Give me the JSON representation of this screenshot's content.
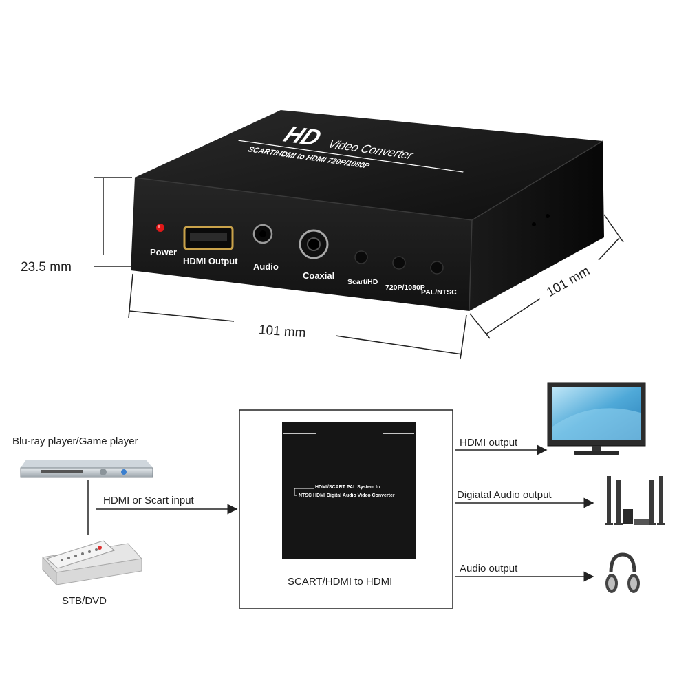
{
  "device": {
    "brand_hd": "HD",
    "brand_title": "Video Converter",
    "brand_subtitle": "SCART/HDMI to HDMI 720P/1080P",
    "ports": {
      "power": "Power",
      "hdmi_output": "HDMI Output",
      "audio": "Audio",
      "coaxial": "Coaxial",
      "scart_hd": "Scart/HD",
      "res": "720P/1080P",
      "pal_ntsc": "PAL/NTSC"
    }
  },
  "dimensions": {
    "height": "23.5 mm",
    "width": "101 mm",
    "depth": "101 mm"
  },
  "diagram": {
    "source_top_label": "Blu-ray player/Game player",
    "source_bottom_label": "STB/DVD",
    "input_label": "HDMI or Scart input",
    "box_line1": "HDMI/SCART PAL System to",
    "box_line2": "NTSC HDMI Digital Audio Video Converter",
    "box_caption": "SCART/HDMI to HDMI",
    "out_hdmi": "HDMI output",
    "out_digital": "Digiatal Audio  output",
    "out_audio": "Audio  output"
  },
  "colors": {
    "device_body": "#1b1b1b",
    "power_led": "#e01818",
    "monitor_screen": "#4fa9d8"
  }
}
